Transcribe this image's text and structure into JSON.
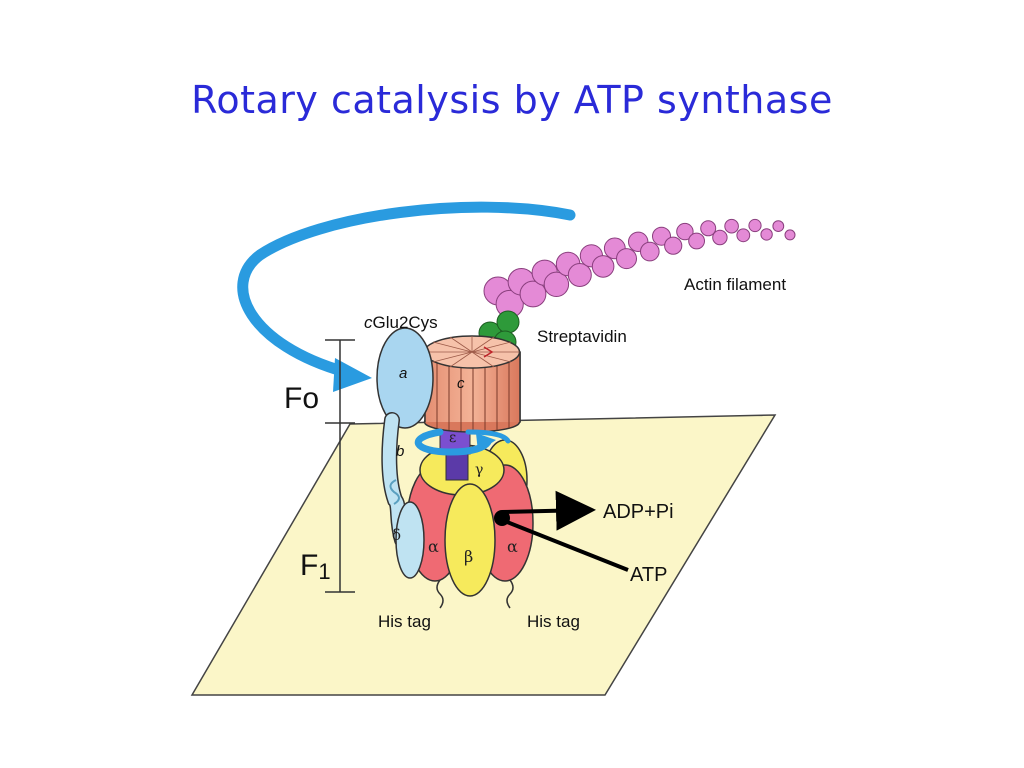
{
  "slide": {
    "title": "Rotary catalysis by ATP synthase"
  },
  "diagram": {
    "labels": {
      "actin_filament": "Actin filament",
      "streptavidin": "Streptavidin",
      "cglu2cys_prefix": "c",
      "cglu2cys_rest": "Glu2Cys",
      "fo": "Fo",
      "f1_main": "F",
      "f1_sub": "1",
      "subunit_a": "a",
      "subunit_b": "b",
      "subunit_c": "c",
      "subunit_epsilon": "ε",
      "subunit_gamma": "γ",
      "subunit_delta": "δ",
      "subunit_alpha_left": "α",
      "subunit_beta": "β",
      "subunit_alpha_right": "α",
      "adp_pi": "ADP+Pi",
      "atp": "ATP",
      "his_tag_left": "His tag",
      "his_tag_right": "His tag"
    },
    "colors": {
      "title": "#2a2ad8",
      "glass_plate": "#fbf6c8",
      "actin": "#e48ad6",
      "streptavidin": "#2e9a3a",
      "c_ring": "#f2a88a",
      "subunit_a": "#a9d6f0",
      "alpha": "#ef6a73",
      "beta": "#f6ea5c",
      "gamma": "#7b4fd0",
      "rotation_arrow": "#2a9be0"
    }
  }
}
